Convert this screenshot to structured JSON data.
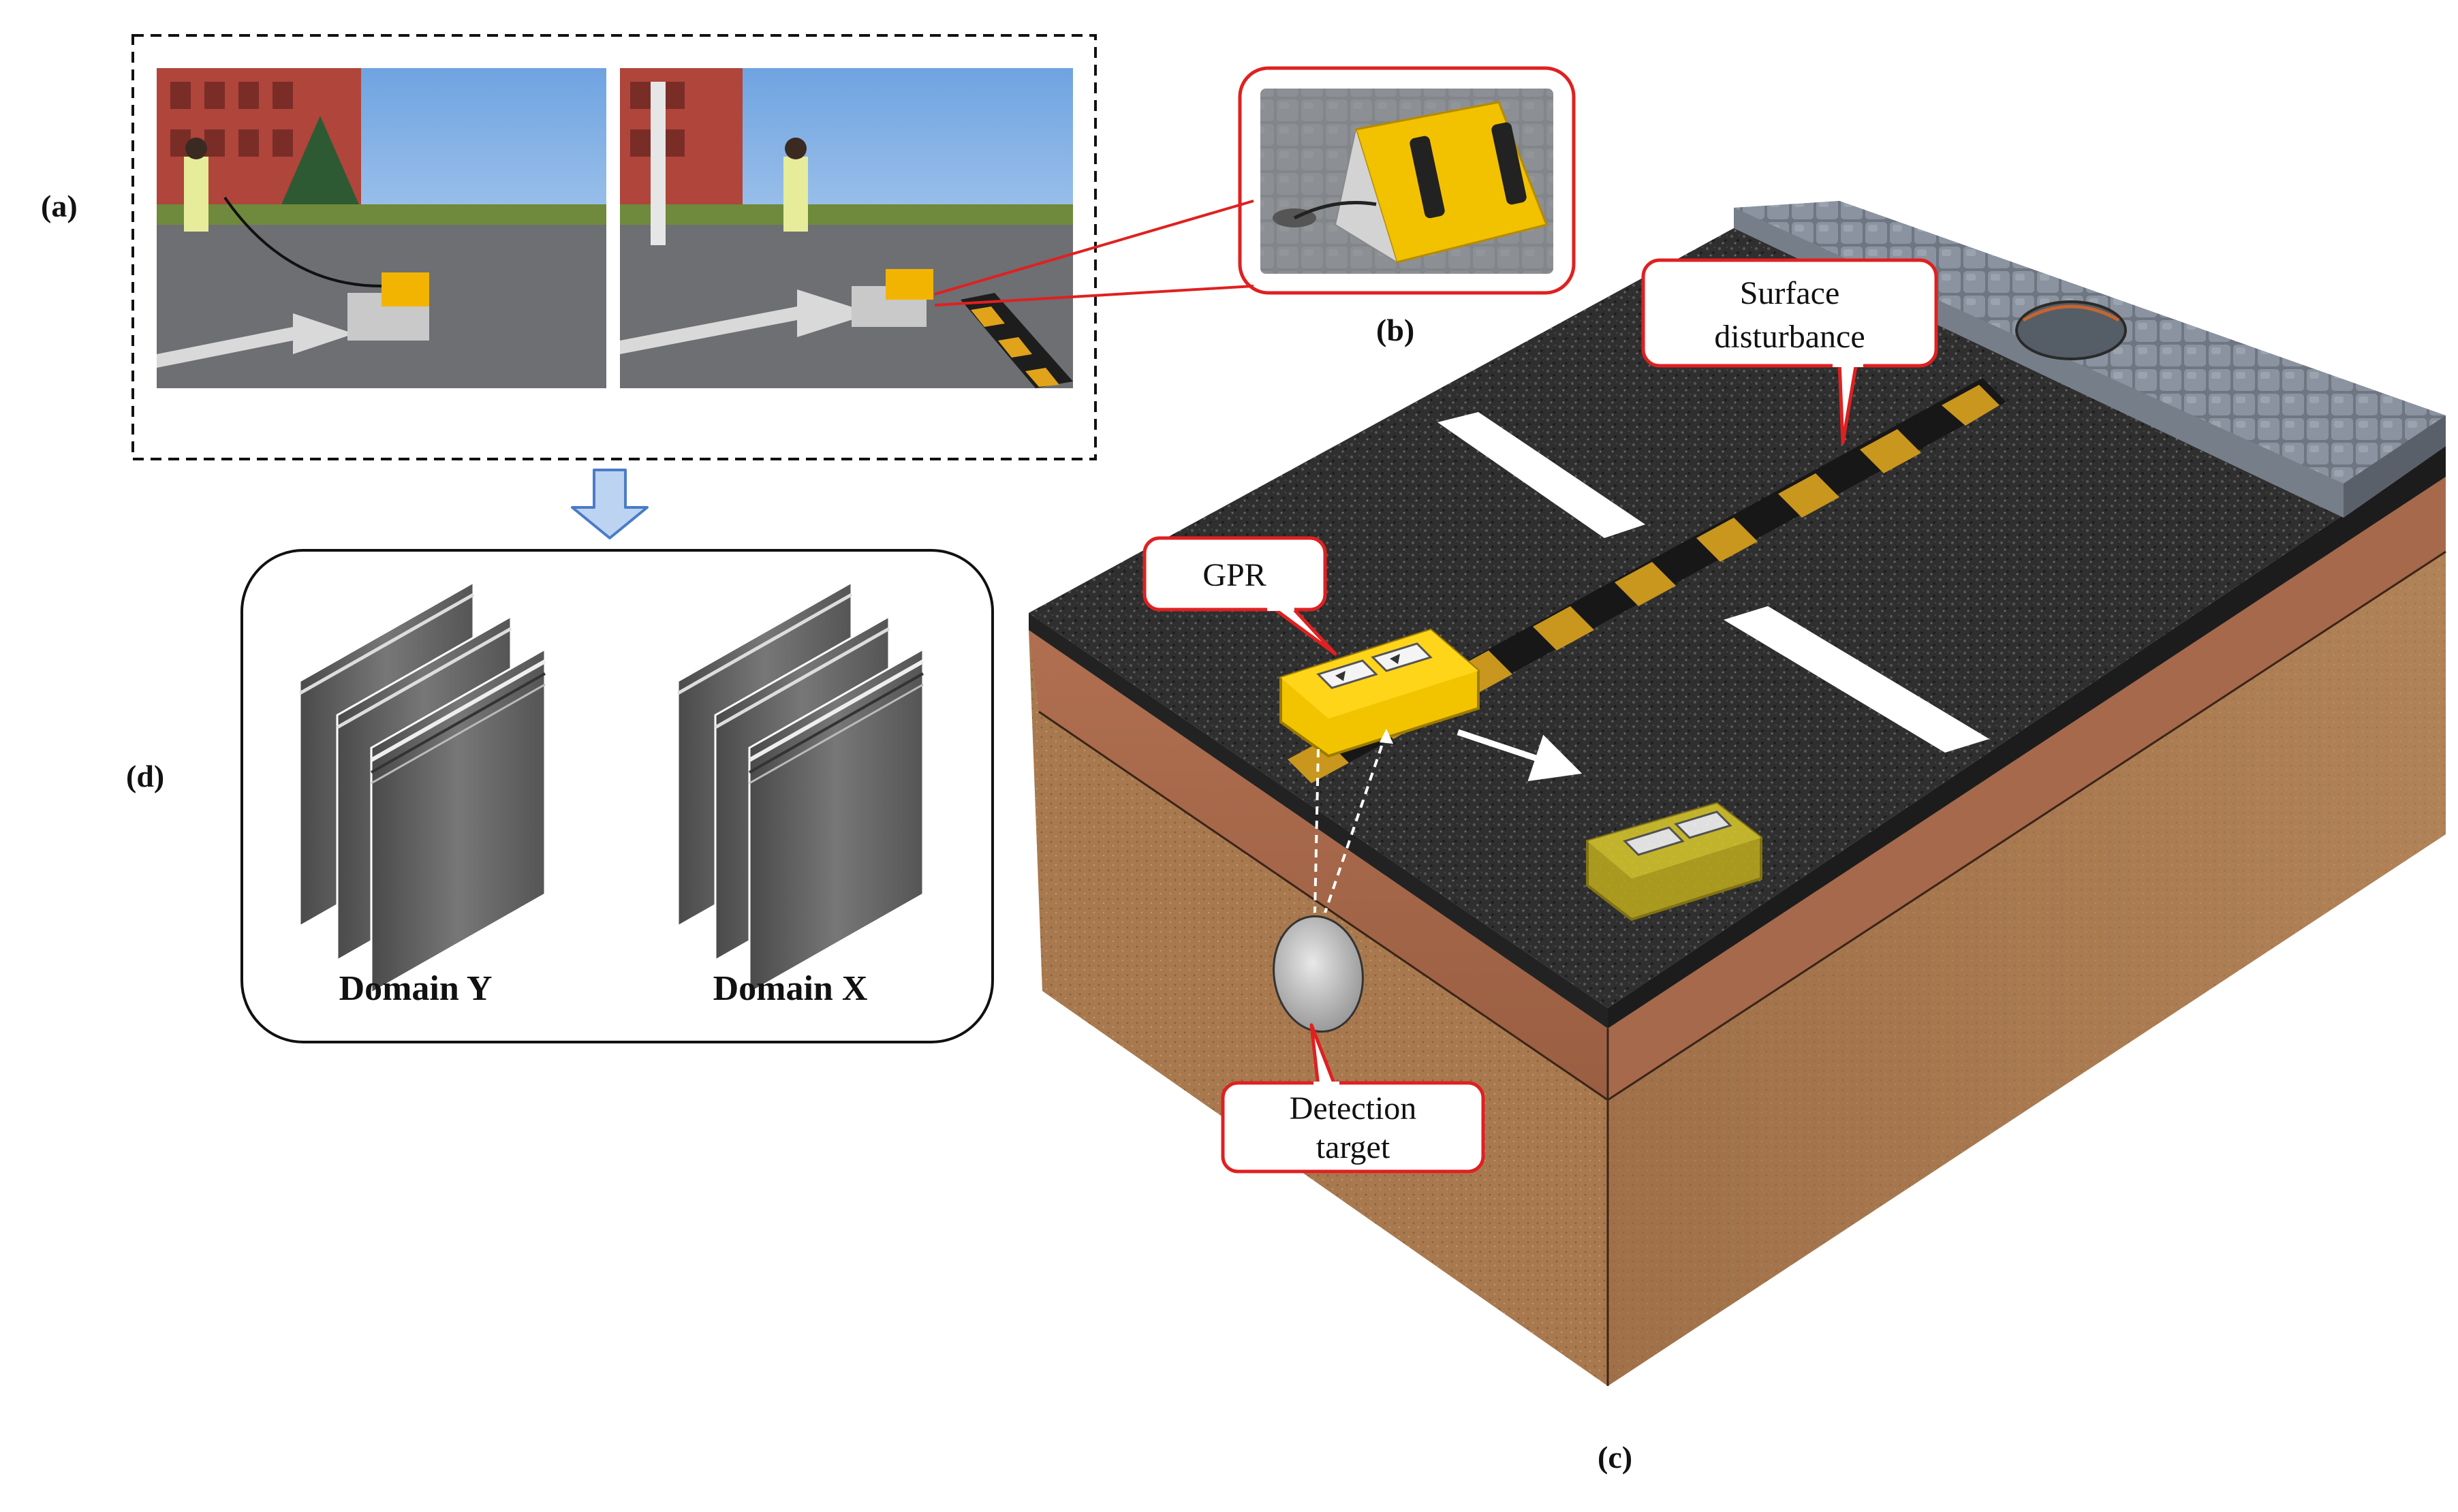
{
  "panels": {
    "a": "(a)",
    "b": "(b)",
    "c": "(c)",
    "d": "(d)"
  },
  "callouts": {
    "surface_line1": "Surface",
    "surface_line2": "disturbance",
    "gpr": "GPR",
    "target_line1": "Detection",
    "target_line2": "target"
  },
  "domains": {
    "y": "Domain Y",
    "x": "Domain X"
  },
  "colors": {
    "callout_border": "#e02020",
    "arrow_fill": "#bcd3f2",
    "arrow_stroke": "#4a7cc7",
    "asphalt": "#2e2e2e",
    "soil_top": "#a5674a",
    "soil_bottom": "#a8794f",
    "speed_bump_yellow": "#c9961e",
    "gpr_yellow": "#f2c400"
  }
}
